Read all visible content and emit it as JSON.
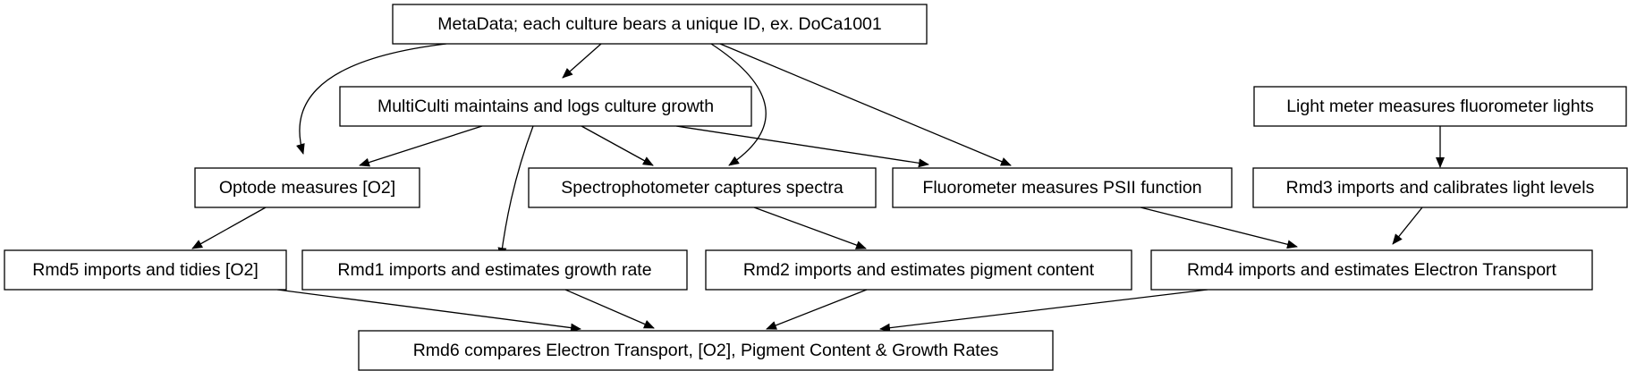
{
  "nodes": {
    "metadata": "MetaData; each culture bears a unique ID, ex. DoCa1001",
    "multiculti": "MultiCulti maintains and logs culture growth",
    "lightmeter": "Light meter measures fluorometer lights",
    "optode": "Optode measures [O2]",
    "spectro": "Spectrophotometer captures spectra",
    "fluoro": "Fluorometer measures PSII function",
    "rmd3": "Rmd3 imports and calibrates light levels",
    "rmd5": "Rmd5 imports and tidies [O2]",
    "rmd1": "Rmd1 imports and estimates growth rate",
    "rmd2": "Rmd2 imports and estimates pigment content",
    "rmd4": "Rmd4 imports and estimates Electron Transport",
    "rmd6": "Rmd6 compares Electron Transport, [O2], Pigment Content & Growth Rates"
  },
  "edges": [
    {
      "from": "metadata",
      "to": "optode"
    },
    {
      "from": "metadata",
      "to": "multiculti"
    },
    {
      "from": "metadata",
      "to": "spectro"
    },
    {
      "from": "metadata",
      "to": "fluoro"
    },
    {
      "from": "multiculti",
      "to": "optode"
    },
    {
      "from": "multiculti",
      "to": "rmd1"
    },
    {
      "from": "multiculti",
      "to": "spectro"
    },
    {
      "from": "multiculti",
      "to": "fluoro"
    },
    {
      "from": "lightmeter",
      "to": "rmd3"
    },
    {
      "from": "optode",
      "to": "rmd5"
    },
    {
      "from": "spectro",
      "to": "rmd2"
    },
    {
      "from": "fluoro",
      "to": "rmd4"
    },
    {
      "from": "rmd3",
      "to": "rmd4"
    },
    {
      "from": "rmd5",
      "to": "rmd6"
    },
    {
      "from": "rmd1",
      "to": "rmd6"
    },
    {
      "from": "rmd2",
      "to": "rmd6"
    },
    {
      "from": "rmd4",
      "to": "rmd6"
    }
  ]
}
